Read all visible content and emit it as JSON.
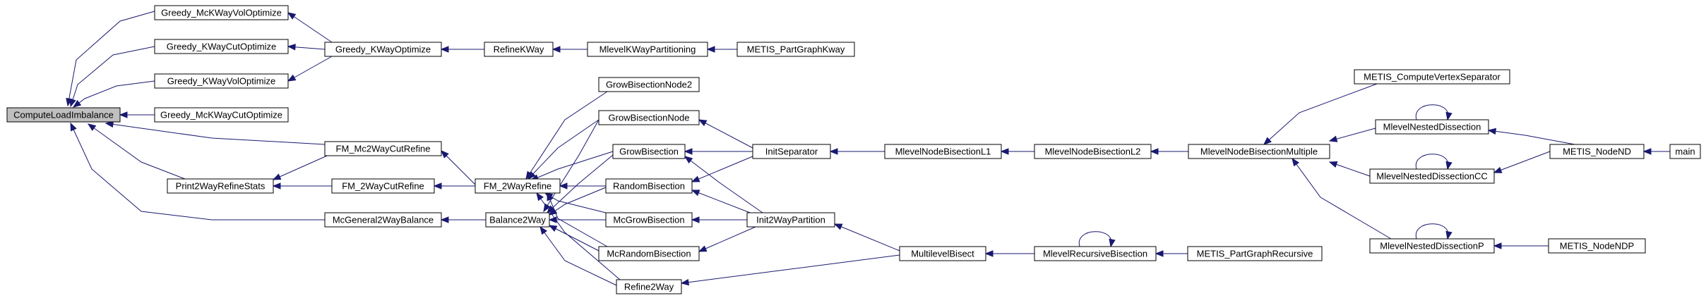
{
  "diagram": {
    "kind": "call-graph",
    "edge_color": "#191970",
    "root_fill": "#bfbfbf",
    "nodes": [
      {
        "id": "cli",
        "label": "ComputeLoadImbalance",
        "root": true
      },
      {
        "id": "gmkvol",
        "label": "Greedy_McKWayVolOptimize"
      },
      {
        "id": "gkcut",
        "label": "Greedy_KWayCutOptimize"
      },
      {
        "id": "gkvol",
        "label": "Greedy_KWayVolOptimize"
      },
      {
        "id": "gmkcut",
        "label": "Greedy_McKWayCutOptimize"
      },
      {
        "id": "gkopt",
        "label": "Greedy_KWayOptimize"
      },
      {
        "id": "refk",
        "label": "RefineKWay"
      },
      {
        "id": "mlkp",
        "label": "MlevelKWayPartitioning"
      },
      {
        "id": "mpgk",
        "label": "METIS_PartGraphKway"
      },
      {
        "id": "fmmc",
        "label": "FM_Mc2WayCutRefine"
      },
      {
        "id": "p2rs",
        "label": "Print2WayRefineStats"
      },
      {
        "id": "fm2c",
        "label": "FM_2WayCutRefine"
      },
      {
        "id": "mcg2b",
        "label": "McGeneral2WayBalance"
      },
      {
        "id": "fm2r",
        "label": "FM_2WayRefine"
      },
      {
        "id": "b2w",
        "label": "Balance2Way"
      },
      {
        "id": "gbn2",
        "label": "GrowBisectionNode2"
      },
      {
        "id": "gbn",
        "label": "GrowBisectionNode"
      },
      {
        "id": "gb",
        "label": "GrowBisection"
      },
      {
        "id": "rb",
        "label": "RandomBisection"
      },
      {
        "id": "mcgb",
        "label": "McGrowBisection"
      },
      {
        "id": "mcrb",
        "label": "McRandomBisection"
      },
      {
        "id": "r2w",
        "label": "Refine2Way"
      },
      {
        "id": "isep",
        "label": "InitSeparator"
      },
      {
        "id": "i2wp",
        "label": "Init2WayPartition"
      },
      {
        "id": "mlbis",
        "label": "MultilevelBisect"
      },
      {
        "id": "mnbl1",
        "label": "MlevelNodeBisectionL1"
      },
      {
        "id": "mnbl2",
        "label": "MlevelNodeBisectionL2"
      },
      {
        "id": "mnbm",
        "label": "MlevelNodeBisectionMultiple"
      },
      {
        "id": "mrb",
        "label": "MlevelRecursiveBisection"
      },
      {
        "id": "mpgr",
        "label": "METIS_PartGraphRecursive"
      },
      {
        "id": "mcvs",
        "label": "METIS_ComputeVertexSeparator"
      },
      {
        "id": "mnd",
        "label": "MlevelNestedDissection"
      },
      {
        "id": "mndcc",
        "label": "MlevelNestedDissectionCC"
      },
      {
        "id": "mndp",
        "label": "MlevelNestedDissectionP"
      },
      {
        "id": "mnnd",
        "label": "METIS_NodeND"
      },
      {
        "id": "main",
        "label": "main"
      },
      {
        "id": "mnndp",
        "label": "METIS_NodeNDP"
      }
    ]
  }
}
